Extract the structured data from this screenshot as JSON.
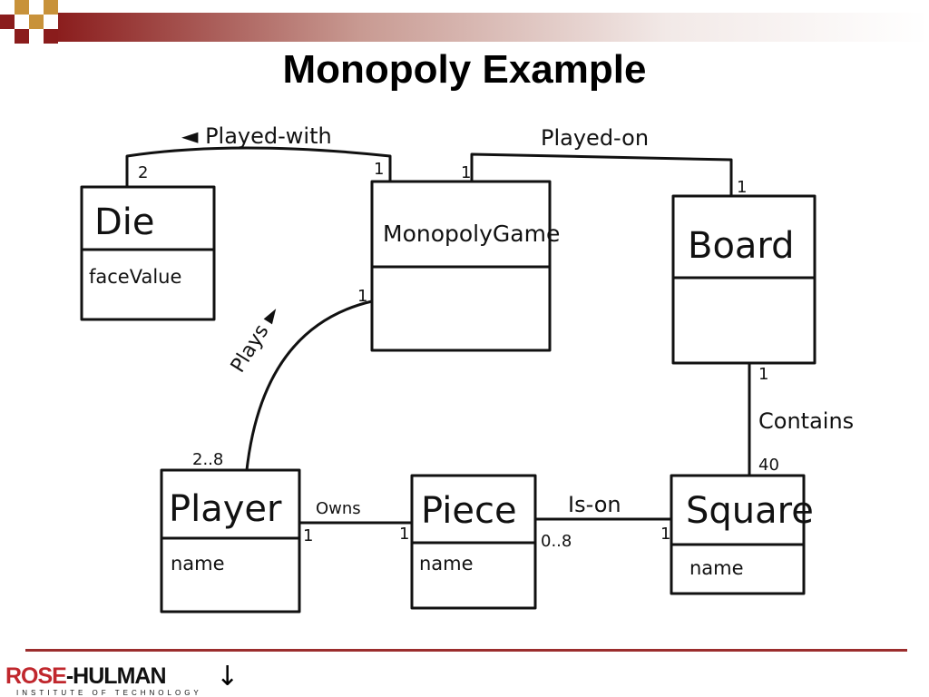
{
  "slide": {
    "title": "Monopoly Example"
  },
  "diagram": {
    "classes": {
      "die": {
        "name": "Die",
        "attribute": "faceValue"
      },
      "monopoly_game": {
        "name": "MonopolyGame",
        "attribute": ""
      },
      "board": {
        "name": "Board",
        "attribute": ""
      },
      "player": {
        "name": "Player",
        "attribute": "name"
      },
      "piece": {
        "name": "Piece",
        "attribute": "name"
      },
      "square": {
        "name": "Square",
        "attribute": "name"
      }
    },
    "associations": {
      "played_with": {
        "label": "◄ Played-with",
        "mult_die": "2",
        "mult_game": "1"
      },
      "played_on": {
        "label": "Played-on",
        "mult_game": "1",
        "mult_board": "1"
      },
      "plays": {
        "label": "Plays ►",
        "mult_game": "1",
        "mult_player": "2..8"
      },
      "owns": {
        "label": "Owns",
        "mult_player": "1",
        "mult_piece": "1"
      },
      "is_on": {
        "label": "Is-on",
        "mult_piece": "0..8",
        "mult_square": "1"
      },
      "contains": {
        "label": "Contains",
        "mult_board": "1",
        "mult_square": "40"
      }
    }
  },
  "footer": {
    "logo_part1": "ROSE",
    "logo_part2": "-HULMAN",
    "logo_subtitle": "INSTITUTE OF TECHNOLOGY",
    "nav_arrow": "↓"
  },
  "colors": {
    "accent": "#9b2d2d",
    "logo_red": "#c0272d",
    "checker_red": "#8a1c1c",
    "checker_gold": "#c8923a"
  }
}
